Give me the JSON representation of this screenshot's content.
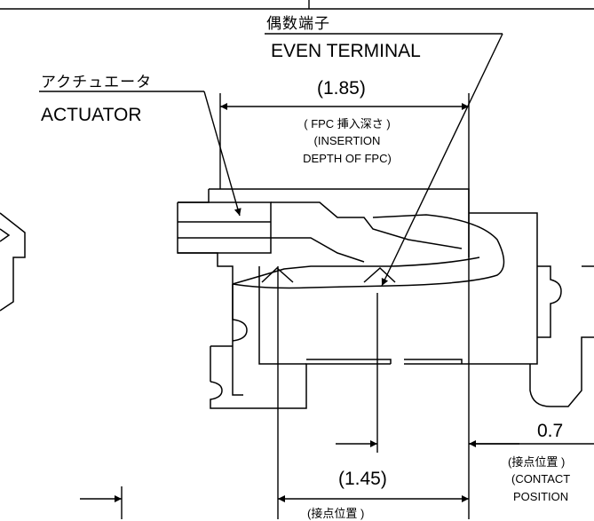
{
  "labels": {
    "even_terminal_jp": "偶数端子",
    "even_terminal_en": "EVEN TERMINAL",
    "actuator_jp": "アクチュエータ",
    "actuator_en": "ACTUATOR",
    "dim_185": "(1.85)",
    "insertion_jp": "( FPC 挿入深さ )",
    "insertion_en_1": "(INSERTION",
    "insertion_en_2": "DEPTH OF FPC)",
    "dim_07": "0.7",
    "contact_jp_right": "(接点位置 )",
    "contact_en_right_1": "(CONTACT",
    "contact_en_right_2": "POSITION",
    "dim_145": "(1.45)",
    "contact_jp_bottom": "(接点位置 )"
  }
}
